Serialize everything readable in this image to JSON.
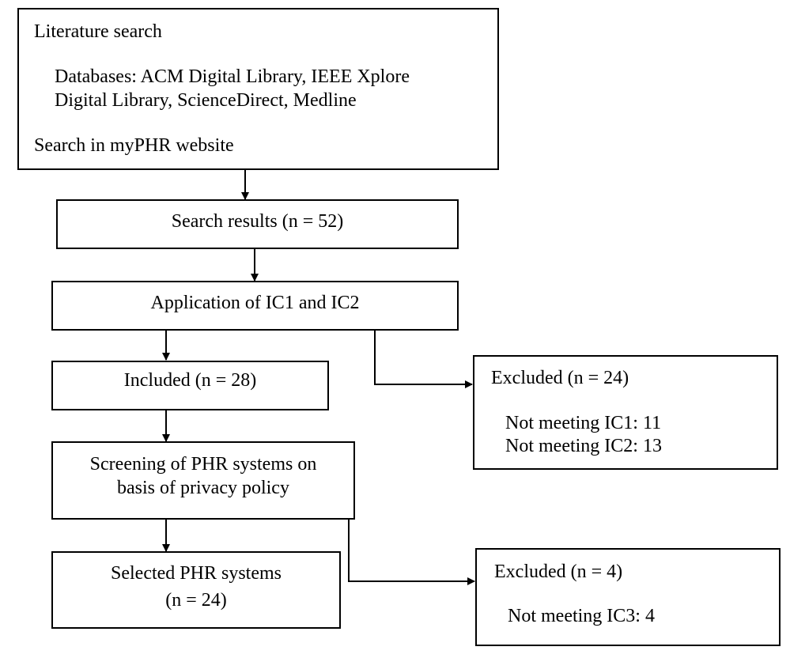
{
  "literature": {
    "title": "Literature search",
    "databases_line1": "Databases: ACM Digital Library, IEEE Xplore",
    "databases_line2": "Digital Library, ScienceDirect, Medline",
    "website": "Search in myPHR website"
  },
  "search_results": {
    "label": "Search results (n = 52)"
  },
  "application": {
    "label": "Application of IC1 and IC2"
  },
  "included": {
    "label": "Included (n = 28)"
  },
  "excluded_1": {
    "title": "Excluded (n = 24)",
    "line1": "Not meeting IC1: 11",
    "line2": "Not meeting IC2: 13"
  },
  "screening": {
    "line1": "Screening of PHR systems on",
    "line2": "basis of privacy policy"
  },
  "selected": {
    "line1": "Selected PHR systems",
    "line2": "(n = 24)"
  },
  "excluded_2": {
    "title": "Excluded (n = 4)",
    "line1": "Not meeting IC3: 4"
  }
}
